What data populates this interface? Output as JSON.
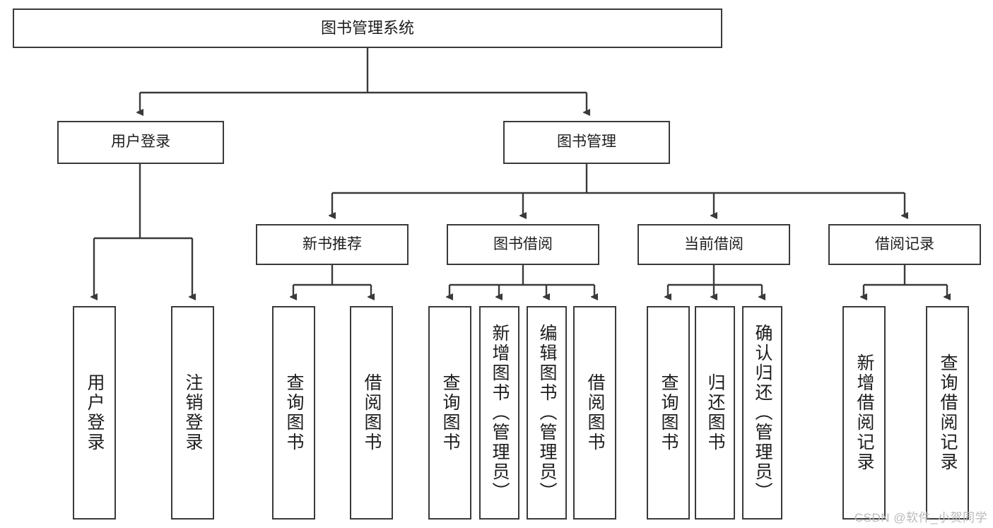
{
  "diagram": {
    "title": "图书管理系统",
    "watermark": "CSDN @软件_小贺同学",
    "colors": {
      "stroke": "#3a3a3a",
      "fill": "#ffffff",
      "text": "#1d1d1d",
      "watermark": "#b9b9b9"
    },
    "levels": {
      "root": {
        "label": "图书管理系统"
      },
      "level2": [
        {
          "label": "用户登录"
        },
        {
          "label": "图书管理"
        }
      ],
      "level3": [
        {
          "label": "新书推荐"
        },
        {
          "label": "图书借阅"
        },
        {
          "label": "当前借阅"
        },
        {
          "label": "借阅记录"
        }
      ],
      "leaves": {
        "user_login": [
          {
            "label": "用户登录"
          },
          {
            "label": "注销登录"
          }
        ],
        "new_book_rec": [
          {
            "label": "查询图书"
          },
          {
            "label": "借阅图书"
          }
        ],
        "book_borrow": [
          {
            "label": "查询图书"
          },
          {
            "label": "新增图书（管理员）"
          },
          {
            "label": "编辑图书（管理员）"
          },
          {
            "label": "借阅图书"
          }
        ],
        "current_borrow": [
          {
            "label": "查询图书"
          },
          {
            "label": "归还图书"
          },
          {
            "label": "确认归还（管理员）"
          }
        ],
        "borrow_record": [
          {
            "label": "新增借阅记录"
          },
          {
            "label": "查询借阅记录"
          }
        ]
      }
    }
  }
}
